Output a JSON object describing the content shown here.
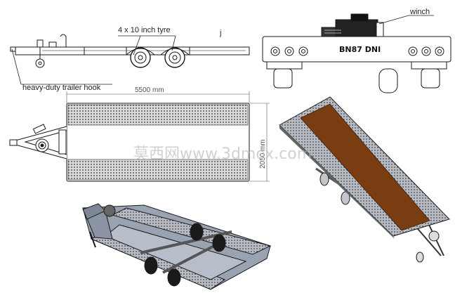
{
  "labels": {
    "tyre_note": "4 x  10 inch tyre",
    "hook_note": "heavy-duty trailer hook",
    "winch_note": "winch",
    "length_dim": "5500 mm",
    "width_dim": "2050 mm",
    "plate": "BN87 DNI"
  },
  "watermark": "莫西网www.3dmox.com",
  "colors": {
    "deck_wood": "#7a3d12",
    "frame_grey": "#9aa3b2",
    "line": "#1a1a1a"
  }
}
